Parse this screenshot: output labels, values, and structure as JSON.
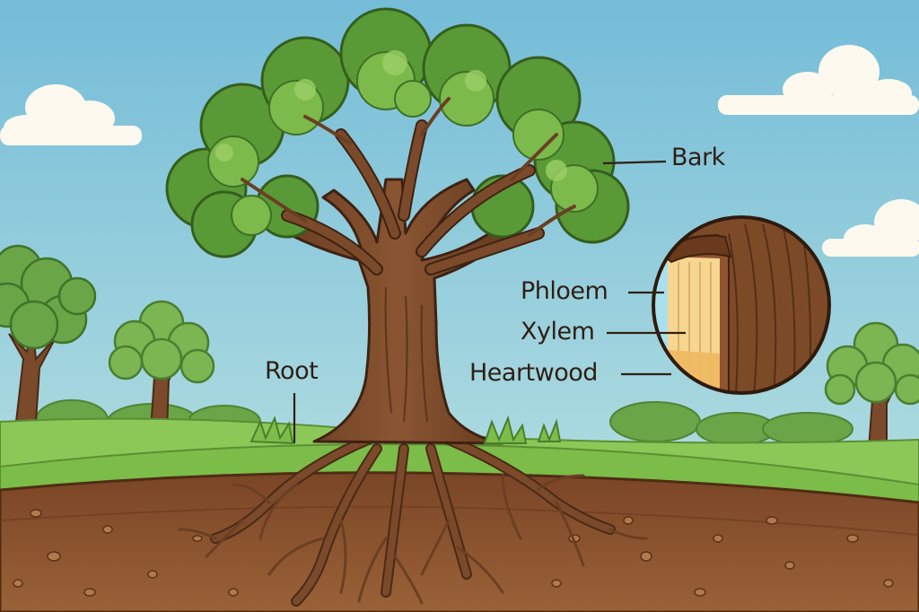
{
  "labels": {
    "bark": "Bark",
    "root": "Root",
    "phloem": "Phloem",
    "xylem": "Xylem",
    "heartwood": "Heartwood"
  },
  "colors": {
    "sky_top": "#7ec4dc",
    "sky_bottom": "#b8e2e4",
    "grass": "#7fbf4a",
    "foliage": "#5e9e3a",
    "foliage_light": "#8cc65a",
    "trunk": "#7a4a2a",
    "soil": "#8a5430",
    "sapwood": "#f4d08a",
    "label_text": "#2e1f14"
  }
}
